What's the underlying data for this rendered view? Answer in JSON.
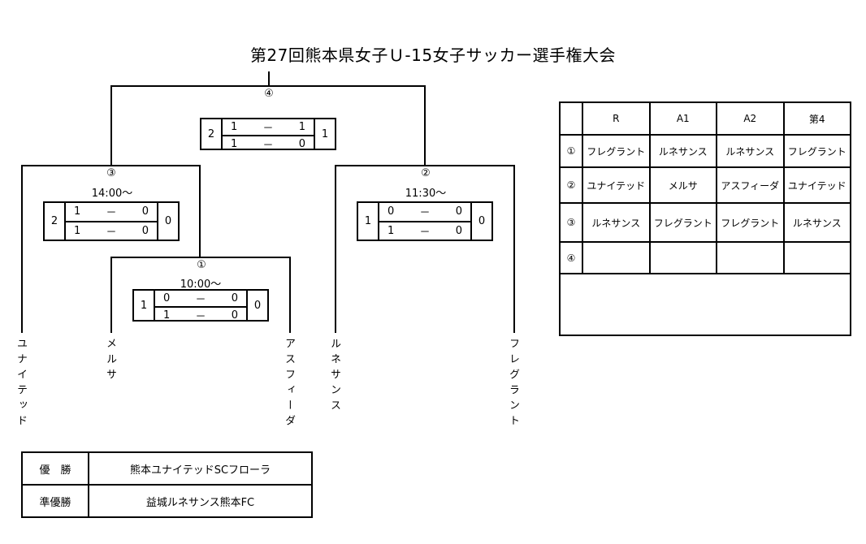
{
  "title": "第27回熊本県女子Ｕ-15女子サッカー選手権大会",
  "teams": [
    "ユナイテッド",
    "メルサ",
    "アスフィーダ",
    "ルネサンス",
    "フレグラント"
  ],
  "matches": [
    {
      "num": "①",
      "time": "10:00～",
      "left_total": "1",
      "right_total": "0",
      "h1": {
        "l": "0",
        "dash": "－",
        "r": "0"
      },
      "h2": {
        "l": "1",
        "dash": "－",
        "r": "0"
      }
    },
    {
      "num": "②",
      "time": "11:30～",
      "left_total": "1",
      "right_total": "0",
      "h1": {
        "l": "0",
        "dash": "－",
        "r": "0"
      },
      "h2": {
        "l": "1",
        "dash": "－",
        "r": "0"
      }
    },
    {
      "num": "③",
      "time": "14:00～",
      "left_total": "2",
      "right_total": "0",
      "h1": {
        "l": "1",
        "dash": "－",
        "r": "0"
      },
      "h2": {
        "l": "1",
        "dash": "－",
        "r": "0"
      }
    },
    {
      "num": "④",
      "time": "",
      "left_total": "2",
      "right_total": "1",
      "h1": {
        "l": "1",
        "dash": "－",
        "r": "1"
      },
      "h2": {
        "l": "1",
        "dash": "－",
        "r": "0"
      }
    }
  ],
  "schedule": {
    "headers": [
      "",
      "R",
      "A1",
      "A2",
      "第4"
    ],
    "rows": [
      [
        "①",
        "フレグラント",
        "ルネサンス",
        "ルネサンス",
        "フレグラント"
      ],
      [
        "②",
        "ユナイテッド",
        "メルサ",
        "アスフィーダ",
        "ユナイテッド"
      ],
      [
        "③",
        "ルネサンス",
        "フレグラント",
        "フレグラント",
        "ルネサンス"
      ],
      [
        "④",
        "",
        "",
        "",
        ""
      ]
    ]
  },
  "results": {
    "winner_label": "優　勝",
    "winner": "熊本ユナイテッドSCフローラ",
    "runner_up_label": "準優勝",
    "runner_up": "益城ルネサンス熊本FC"
  }
}
